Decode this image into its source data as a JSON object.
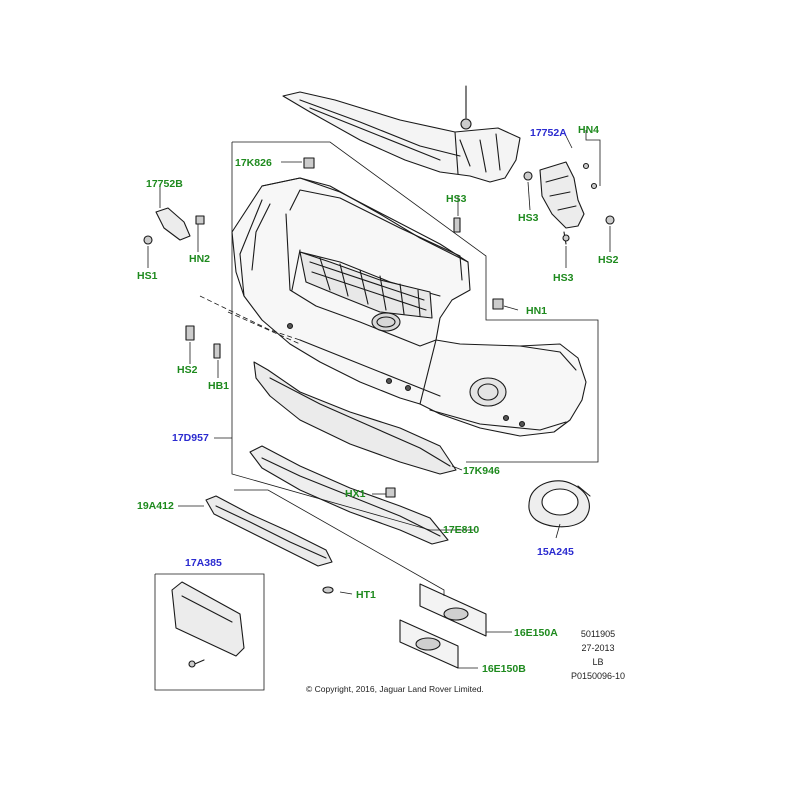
{
  "labels": {
    "p17752a": "17752A",
    "hn4": "HN4",
    "p17k826": "17K826",
    "p17752b": "17752B",
    "hs3_mid": "HS3",
    "hs3_right": "HS3",
    "hs3_right_low": "HS3",
    "hs2_right": "HS2",
    "hn2": "HN2",
    "hs1": "HS1",
    "hn1": "HN1",
    "hs2_left": "HS2",
    "hb1": "HB1",
    "p17d957": "17D957",
    "p17k946": "17K946",
    "hx1": "HX1",
    "p19a412": "19A412",
    "p17e810": "17E810",
    "p15a245": "15A245",
    "p17a385": "17A385",
    "ht1": "HT1",
    "p16e150a": "16E150A",
    "p16e150b": "16E150B"
  },
  "meta": {
    "line1": "5011905",
    "line2": "27-2013",
    "line3": "LB",
    "line4": "P0150096-10"
  },
  "copyright": "© Copyright, 2016, Jaguar Land Rover Limited.",
  "colors": {
    "part_number_label": "#2b2bd0",
    "fixing_label": "#1e8a1e",
    "linework": "#1a1a1a"
  }
}
